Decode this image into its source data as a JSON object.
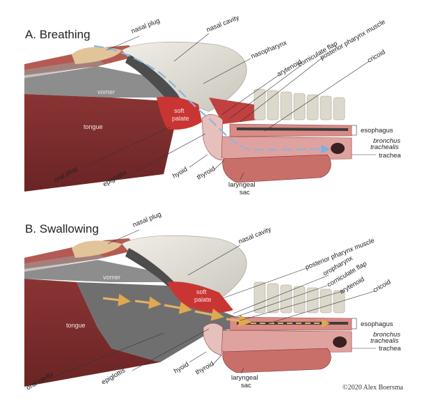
{
  "panels": [
    {
      "title": "A. Breathing",
      "labels": {
        "nasal_plug": "nasal plug",
        "nasal_cavity": "nasal cavity",
        "nasopharynx": "nasopharynx",
        "arytenoid": "arytenoid",
        "corniculate_flap": "corniculate flap",
        "posterior_pharynx_muscle": "posterior pharynx muscle",
        "cricoid": "cricoid",
        "vomer": "vomer",
        "tongue": "tongue",
        "soft_palate_1": "soft",
        "soft_palate_2": "palate",
        "esophagus": "esophagus",
        "bronchus_1": "bronchus",
        "bronchus_2": "trachealis",
        "trachea": "trachea",
        "oral_plug": "oral plug",
        "epiglottis": "epiglottis",
        "hyoid": "hyoid",
        "thyroid": "thyroid",
        "laryngeal_sac_1": "laryngeal",
        "laryngeal_sac_2": "sac"
      }
    },
    {
      "title": "B. Swallowing",
      "labels": {
        "nasal_plug": "nasal plug",
        "nasal_cavity": "nasal cavity",
        "posterior_pharynx_muscle": "posterior pharynx muscle",
        "oropharynx": "oropharynx",
        "corniculate_flap": "corniculate flap",
        "arytenoid": "arytenoid",
        "cricoid": "cricoid",
        "vomer": "vomer",
        "tongue": "tongue",
        "soft_palate_1": "soft",
        "soft_palate_2": "palate",
        "esophagus": "esophagus",
        "bronchus_1": "bronchus",
        "bronchus_2": "trachealis",
        "trachea": "trachea",
        "oral_cavity": "oral cavity",
        "epiglottis": "epiglottis",
        "hyoid": "hyoid",
        "thyroid": "thyroid",
        "laryngeal_sac_1": "laryngeal",
        "laryngeal_sac_2": "sac"
      }
    }
  ],
  "credit": "©2020 Alex Boersma",
  "colors": {
    "tongue": "#7a2c2c",
    "muscle_red": "#c0413f",
    "bone": "#e4e1d8",
    "skin_grey": "#8e8e8e",
    "cartilage_pink": "#dc9b97",
    "air_flow": "#8ab6dc",
    "food_flow": "#e6b266",
    "oral_cavity_grey": "#6f6f6f"
  }
}
